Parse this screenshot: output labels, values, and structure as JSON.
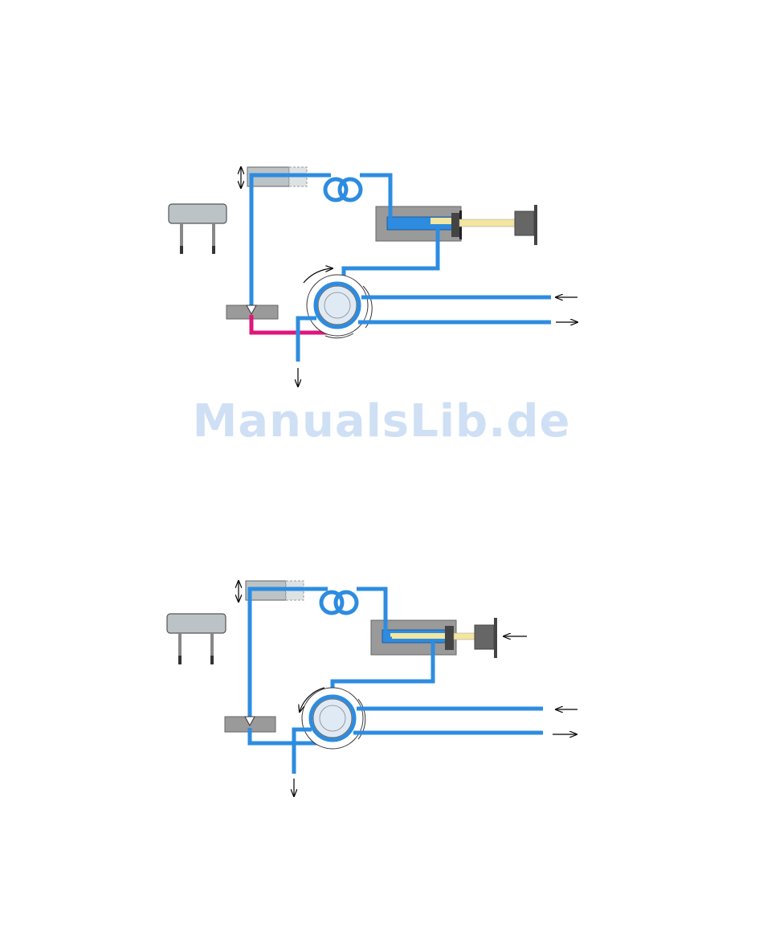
{
  "watermark": {
    "text": "ManualsLib.de"
  },
  "colors": {
    "tube": "#2d8ce0",
    "tube_outline": "#15508a",
    "sample_loop": "#e0157a",
    "housing": "#9a9a9a",
    "housing_light": "#bcc3c6",
    "plunger": "#f2e6a0",
    "valve_face": "#dfeaf4",
    "dark": "#555555",
    "watermark": "#cfe0f5"
  },
  "icons": {
    "sample_vial_rack": "vial-icon",
    "needle_arrow": "double-arrow-vertical-icon",
    "rotation": "rotation-arrow-icon",
    "inlet": "arrow-left-icon",
    "outlet": "arrow-right-icon",
    "waste": "arrow-down-icon"
  },
  "panels": [
    {
      "id": "top",
      "state": "load",
      "rotation_direction": "clockwise",
      "sample_loop_filled": true,
      "plunger_pushed": false
    },
    {
      "id": "bottom",
      "state": "inject",
      "rotation_direction": "counterclockwise",
      "sample_loop_filled": false,
      "plunger_pushed": true
    }
  ]
}
